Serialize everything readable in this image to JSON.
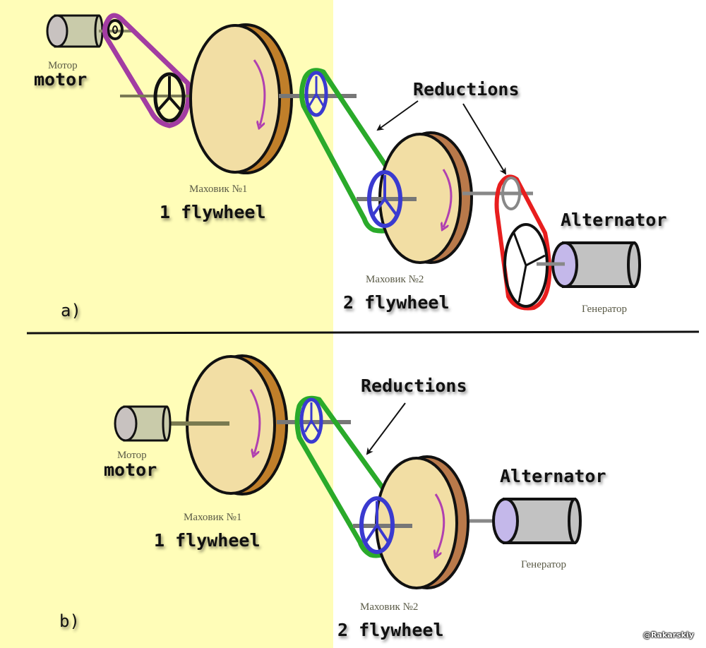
{
  "colors": {
    "left_background": "#fffdb8",
    "right_background": "#ffffff",
    "flywheel_face": "#f2dea4",
    "flywheel_rim_1": "#c07f2a",
    "flywheel_rim_2": "#b9794a",
    "motor_body": "#c9cbaa",
    "motor_cap": "#c8c2c0",
    "generator_body": "#c2c2c2",
    "generator_cap": "#c4b8ea",
    "belt_motor": "#a23ca2",
    "belt_reduction": "#2aaa2a",
    "belt_generator": "#e81e1e",
    "pulley_blue": "#3a3ad0",
    "rotation_arrow": "#b040b0",
    "divider": "#111111"
  },
  "diagram_a": {
    "part_label": "a)",
    "motor": {
      "label_ru": "Мотор",
      "label_en": "motor"
    },
    "flywheel_1": {
      "label_ru": "Маховик №1",
      "label_en": "1 flywheel"
    },
    "flywheel_2": {
      "label_ru": "Маховик №2",
      "label_en": "2 flywheel"
    },
    "reductions_label": "Reductions",
    "generator": {
      "label_ru": "Генератор",
      "label_en": "Alternator"
    }
  },
  "diagram_b": {
    "part_label": "b)",
    "motor": {
      "label_ru": "Мотор",
      "label_en": "motor"
    },
    "flywheel_1": {
      "label_ru": "Маховик №1",
      "label_en": "1 flywheel"
    },
    "flywheel_2": {
      "label_ru": "Маховик №2",
      "label_en": "2 flywheel"
    },
    "reductions_label": "Reductions",
    "generator": {
      "label_ru": "Генератор",
      "label_en": "Alternator"
    }
  },
  "credit": "@Rakarskiy"
}
